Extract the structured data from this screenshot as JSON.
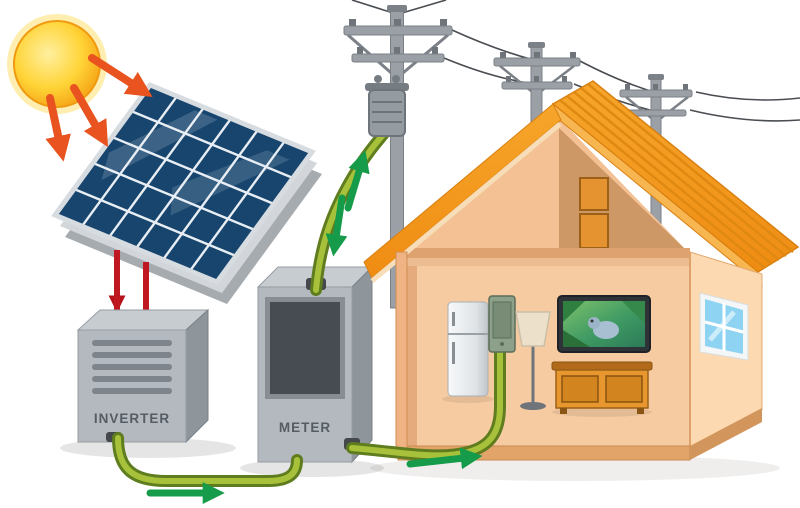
{
  "scene": {
    "title": "Solar power system diagram",
    "labels": {
      "inverter": "INVERTER",
      "meter": "METER"
    },
    "colors": {
      "sun": "#FFD437",
      "sun_ray_arrow": "#E8531F",
      "panel_cell_blue": "#17456E",
      "panel_frame_gray": "#A6ABB0",
      "dc_cable_red": "#C01820",
      "ac_cable_green": "#A7C23A",
      "ac_cable_outline": "#5F7D1E",
      "energy_flow_arrow": "#169B4A",
      "equipment_gray": "#B3B9BF",
      "roof_orange": "#F59D20",
      "wall_peach": "#F7CBA1",
      "window_blue": "#8ED4F2"
    },
    "icons": [
      "sun-icon",
      "sun-ray-arrow-icon",
      "solar-panel-icon",
      "inverter-icon",
      "meter-icon",
      "utility-pole-icon",
      "transformer-icon",
      "power-lines-icon",
      "house-icon",
      "fridge-icon",
      "breaker-panel-icon",
      "floor-lamp-icon",
      "tv-icon",
      "cabinet-icon",
      "window-icon",
      "energy-flow-arrow-icon"
    ]
  }
}
